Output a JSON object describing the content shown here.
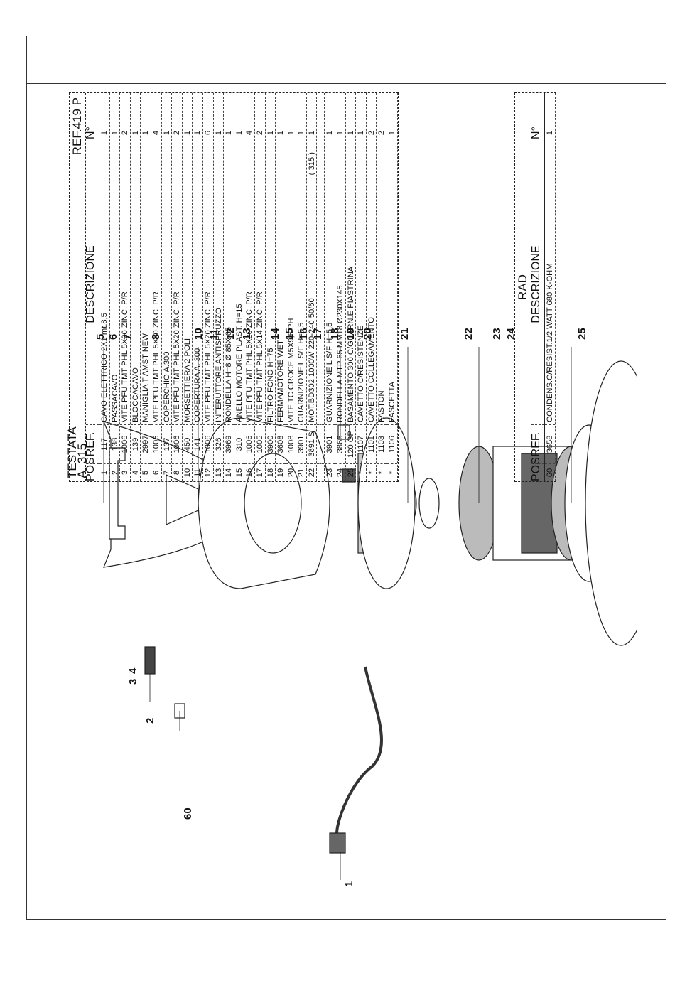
{
  "main_table": {
    "title": "TESTATA A. 315",
    "ref_label": "REF.419 P",
    "columns": {
      "pos": "POS.",
      "ref": "REF.",
      "desc": "DESCRIZIONE",
      "n": "N°"
    },
    "rows": [
      {
        "pos": "1",
        "ref": "117",
        "desc": "CAVO ELETTRICO 2X1 mt.8,5",
        "n": "1"
      },
      {
        "pos": "2",
        "ref": "138",
        "desc": "PASSACAVO",
        "n": "1"
      },
      {
        "pos": "3",
        "ref": "1006",
        "desc": "VITE PFU TMT PHL 5X20 ZINC. P/R",
        "n": "2"
      },
      {
        "pos": "4",
        "ref": "139",
        "desc": "BLOCCACAVO",
        "n": "1"
      },
      {
        "pos": "5",
        "ref": "2997",
        "desc": "MANIGLIA T AMST NEW",
        "n": "1"
      },
      {
        "pos": "6",
        "ref": "1006",
        "desc": "VITE PFU TMT PHL 5X20 ZINC. P/R",
        "n": "4"
      },
      {
        "pos": "7",
        "ref": "137",
        "desc": "COPERCHIO A.300",
        "n": "1"
      },
      {
        "pos": "8",
        "ref": "1006",
        "desc": "VITE PFU TMT PHL 5X20 ZINC. P/R",
        "n": "2"
      },
      {
        "pos": "10",
        "ref": "450",
        "desc": "MORSETTIERA 2 POLI",
        "n": "1"
      },
      {
        "pos": "11",
        "ref": "141",
        "desc": "COPERTURA A. 300",
        "n": "1"
      },
      {
        "pos": "12",
        "ref": "1006",
        "desc": "VITE PFU TMT PHL 5X20 ZINC. P/R",
        "n": "6"
      },
      {
        "pos": "13",
        "ref": "326",
        "desc": "INTERUTTORE ANTISPRUZZO",
        "n": "1"
      },
      {
        "pos": "14",
        "ref": "3969",
        "desc": "RONDELLA H=8 Ø 85X 65",
        "n": "1"
      },
      {
        "pos": "15",
        "ref": "310",
        "desc": "ANELLO MOTORE PLAST. H=15",
        "n": "1"
      },
      {
        "pos": "16",
        "ref": "1006",
        "desc": "VITE PFU TMT PHL 5X20 ZINC. P/R",
        "n": "4"
      },
      {
        "pos": "17",
        "ref": "1005",
        "desc": "VITE PFU TMT PHL 5X14 ZINC. P/R",
        "n": "2"
      },
      {
        "pos": "18",
        "ref": "3900",
        "desc": "FILTRO FONO H=75",
        "n": "1"
      },
      {
        "pos": "19",
        "ref": "3608",
        "desc": "FERMAMOTORE WET",
        "n": "1"
      },
      {
        "pos": "20",
        "ref": "1008",
        "desc": "VITE TC CROCE M5X9,5 PH",
        "n": "1"
      },
      {
        "pos": "21",
        "ref": "3901",
        "desc": "GUARNIZIONE L S/F H=5,5",
        "n": "1"
      },
      {
        "pos": "22",
        "ref": "3891 S",
        "desc": "MOT.BD302 1000W 220-240 50/60",
        "note": "( 315 )",
        "n": "1"
      },
      {
        "pos": "",
        "ref": "",
        "desc": "",
        "n": ""
      },
      {
        "pos": "23",
        "ref": "3901",
        "desc": "GUARNIZIONE L S/F H=5,5",
        "n": "1"
      },
      {
        "pos": "24",
        "ref": "3866",
        "desc": "RONDELLA MTP 65 MM18 Ø230X145",
        "n": "1"
      },
      {
        "pos": "25",
        "ref": "120 GP",
        "desc": "BASAMENTO 300 C/GUARN.E PIASTRINA",
        "n": "1"
      },
      {
        "pos": "*",
        "ref": "1107",
        "desc": "CAVETTO C/RESISTENZE",
        "n": "1"
      },
      {
        "pos": "*",
        "ref": "1101",
        "desc": "CAVETTO COLLEGAMENTO",
        "n": "2"
      },
      {
        "pos": "*",
        "ref": "1103",
        "desc": "FASTON",
        "n": "2"
      },
      {
        "pos": "*",
        "ref": "1106",
        "desc": "FASCETTA",
        "n": "1"
      }
    ]
  },
  "rad_table": {
    "title": "RAD",
    "columns": {
      "pos": "POS.",
      "ref": "REF.",
      "desc": "DESCRIZIONE",
      "n": "N°"
    },
    "rows": [
      {
        "pos": "60",
        "ref": "3658",
        "desc": "CONDENS.C/RESIST.1/2 WATT 680 K-OHM",
        "n": "1"
      }
    ]
  },
  "callouts": [
    "1",
    "2",
    "3",
    "4",
    "5",
    "6",
    "7",
    "8",
    "10",
    "11",
    "12",
    "13",
    "14",
    "15",
    "16",
    "17",
    "18",
    "19",
    "20",
    "21",
    "22",
    "23",
    "24",
    "25",
    "60"
  ]
}
